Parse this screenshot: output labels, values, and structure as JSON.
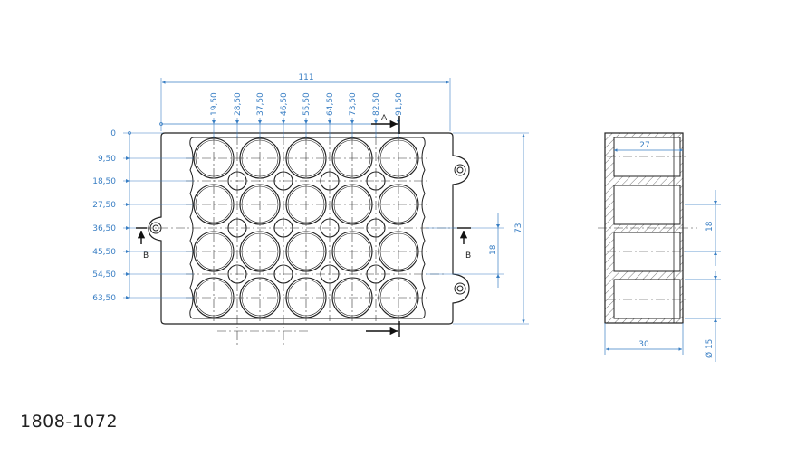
{
  "top_view": {
    "overall_width": "111",
    "overall_height": "73",
    "x_dims": [
      "19,50",
      "28,50",
      "37,50",
      "46,50",
      "55,50",
      "64,50",
      "73,50",
      "82,50",
      "91,50"
    ],
    "y_dims": [
      "0",
      "9,50",
      "18,50",
      "27,50",
      "36,50",
      "45,50",
      "54,50",
      "63,50"
    ],
    "pitch_dim": "18",
    "section_a": "A",
    "section_b_left": "B",
    "section_b_right": "B"
  },
  "side_view": {
    "depth": "27",
    "width": "30",
    "pitch": "18",
    "diameter": "Ø 15"
  },
  "part_number": "1808-1072",
  "colors": {
    "dimension": "#3a7fc4",
    "outline": "#222222"
  }
}
